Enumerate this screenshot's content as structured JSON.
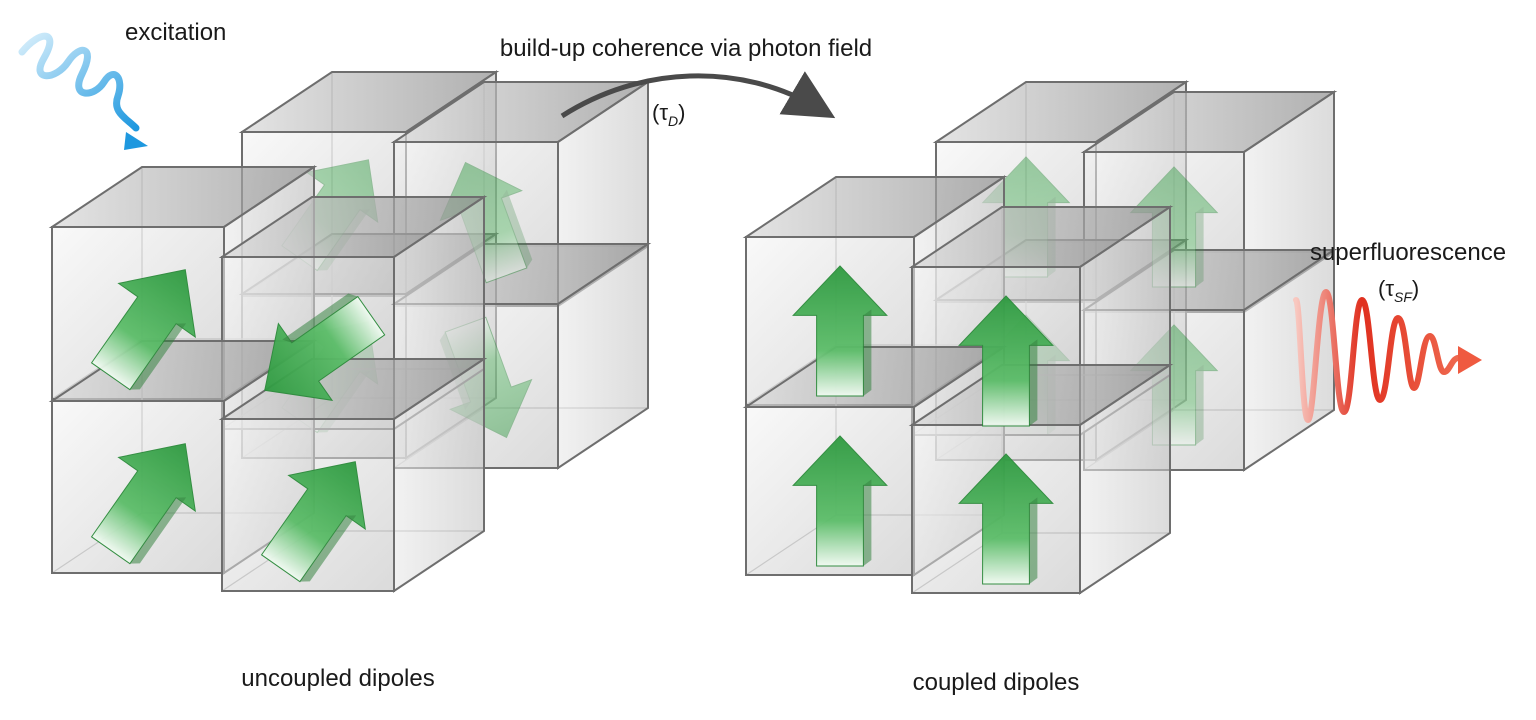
{
  "labels": {
    "excitation": "excitation",
    "buildup": "build-up coherence via photon field",
    "tau_d_open": "(τ",
    "tau_d_sub": "D",
    "tau_d_close": ")",
    "superfluorescence": "superfluorescence",
    "tau_sf_open": "(τ",
    "tau_sf_sub": "SF",
    "tau_sf_close": ")",
    "uncoupled": "uncoupled dipoles",
    "coupled": "coupled dipoles"
  },
  "colors": {
    "arrow_green": "#3aa14a",
    "excitation_blue": "#2a9fe0",
    "emission_red": "#e23a28",
    "curved_arrow": "#4a4a4a"
  },
  "left_cluster": {
    "name": "uncoupled-dipoles",
    "dipole_directions": [
      "up-right",
      "down-left",
      "up-right",
      "up-right",
      "up-right",
      "up-left",
      "up-right",
      "down-right"
    ]
  },
  "right_cluster": {
    "name": "coupled-dipoles",
    "dipole_directions": [
      "up",
      "up",
      "up",
      "up",
      "up",
      "up",
      "up",
      "up"
    ]
  }
}
